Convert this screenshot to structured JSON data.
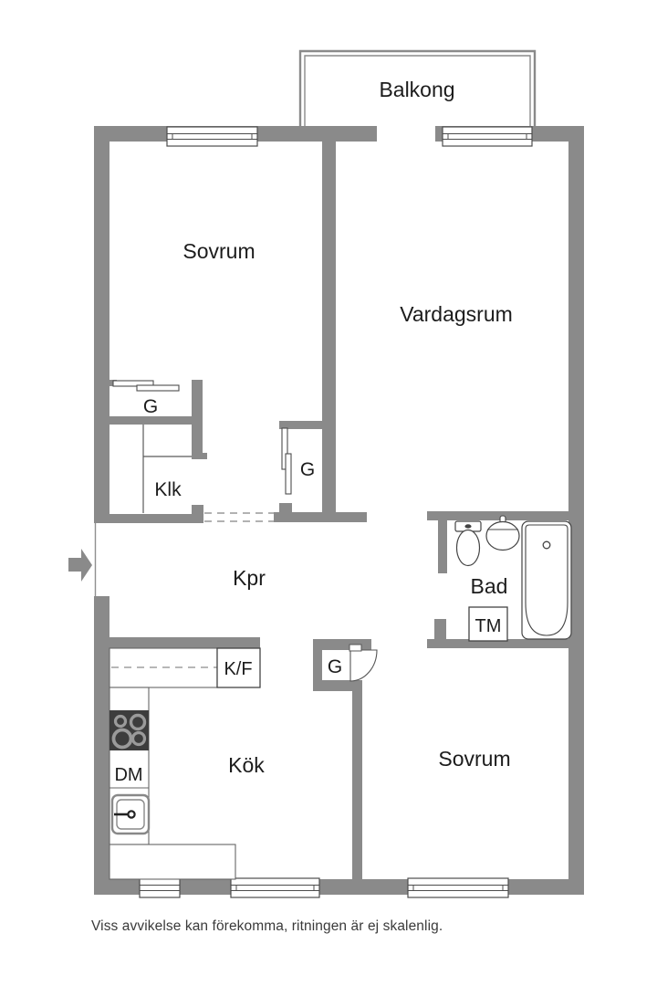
{
  "floorplan": {
    "rooms": {
      "balcony": "Balkong",
      "bedroom_top": "Sovrum",
      "living_room": "Vardagsrum",
      "closet_top": "G",
      "walk_in_closet": "Klk",
      "closet_mid": "G",
      "hallway": "Kpr",
      "bathroom": "Bad",
      "washing_machine": "TM",
      "fridge_freezer": "K/F",
      "closet_kitchen": "G",
      "dishwasher": "DM",
      "kitchen": "Kök",
      "bedroom_bottom": "Sovrum"
    },
    "footer": {
      "disclaimer": "Viss avvikelse kan förekomma, ritningen är ej skalenlig."
    },
    "colors": {
      "wall": "#8a8a8a",
      "outline": "#4d4d4d",
      "stove": "#3d3d3d",
      "text": "#1c1c1c",
      "dashed": "#999999"
    }
  }
}
